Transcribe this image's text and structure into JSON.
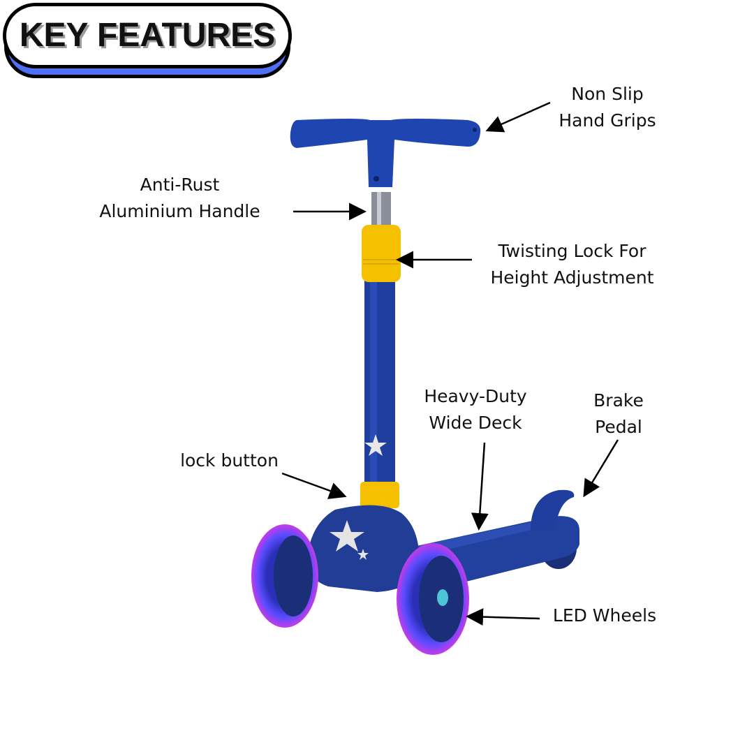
{
  "header": {
    "title": "KEY FEATURES",
    "accent_color": "#4f6ff5"
  },
  "callouts": [
    {
      "id": "hand-grips",
      "lines": [
        "Non Slip",
        "Hand Grips"
      ]
    },
    {
      "id": "handle",
      "lines": [
        "Anti-Rust",
        "Aluminium Handle"
      ]
    },
    {
      "id": "twist-lock",
      "lines": [
        "Twisting Lock For",
        "Height Adjustment"
      ]
    },
    {
      "id": "deck",
      "lines": [
        "Heavy-Duty",
        "Wide Deck"
      ]
    },
    {
      "id": "brake",
      "lines": [
        "Brake",
        "Pedal"
      ]
    },
    {
      "id": "lock-button",
      "lines": [
        "lock button"
      ]
    },
    {
      "id": "wheels",
      "lines": [
        "LED Wheels"
      ]
    }
  ],
  "product": {
    "name": "kids 3-wheel scooter",
    "body_color": "#1f3e9e",
    "accent_color": "#f5c000"
  }
}
